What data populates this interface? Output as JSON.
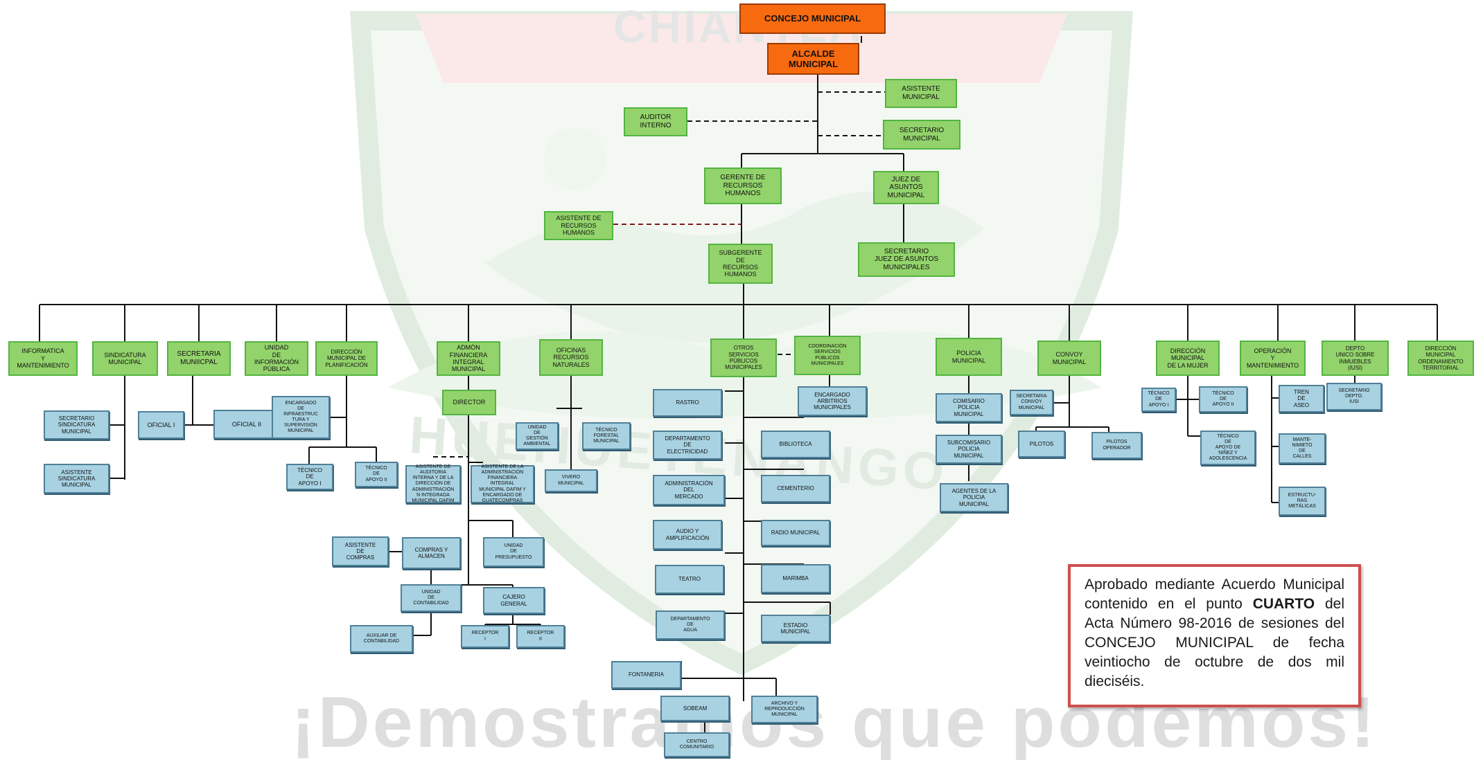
{
  "watermark": {
    "top": "CHIANTLA",
    "middle": "HUEHUETENANGO",
    "slogan": "¡Demostramos que podemos!"
  },
  "nodes": {
    "concejo": "CONCEJO MUNICIPAL",
    "alcalde": "ALCALDE\nMUNICIPAL",
    "asistente_municipal": "ASISTENTE\nMUNICIPAL",
    "auditor": "AUDITOR\nINTERNO",
    "secretario_municipal": "SECRETARIO\nMUNICIPAL",
    "gerente_rrhh": "GERENTE DE\nRECURSOS\nHUMANOS",
    "juez": "JUEZ DE\nASUNTOS\nMUNICIPAL",
    "asistente_rrhh": "ASISTENTE  DE\nRECURSOS\nHUMANOS",
    "subgerente_rrhh": "SUBGERENTE\nDE\nRECURSOS\nHUMANOS",
    "secretario_juez": "SECRETARIO\nJUEZ DE ASUNTOS\nMUNICIPALES",
    "informatica": "INFORMATICA\nY\nMANTENIMIENTO",
    "sindicatura": "SINDICATURA\nMUNICIPAL",
    "secretaria_municipal": "SECRETARIA\nMUNIICPAL",
    "unidad_info": "UNIDAD\nDE\nINFORMACIÓN\nPÚBLICA",
    "dmp": "DIRECCIÓN\nMUNICIPAL DE\nPLANIFICACIÓN",
    "admon_fin": "ADMÓN\nFINANCIERA\nINTEGRAL\nMUNICIPAL",
    "oficinas_rn": "OFICINAS\nRECURSOS\nNATURALES",
    "otros_serv": "OTROS\nSERVICIOS\nPÚBLICOS\nMUNICIPALES",
    "coord_serv": "COORDINACIÓN\nSERVICIOS\nPÚBLICOS\nMUNICIPALES",
    "policia": "POLICIA\nMUNICIPAL",
    "convoy": "CONVOY\nMUNICIPAL",
    "dir_mujer": "DIRECCIÓN\nMUNICIPAL\nDE LA MUJER",
    "operacion": "OPERACIÓN\nY\nMANTENIMIENTO",
    "iusi": "DEPTO\nUNICO SOBRE\nINMUEBLES\n(IUSI)",
    "ordenamiento": "DIRECCIÓN\nMUNICIPAL\nORDENAMIENTO\nTERRITORIAL",
    "sec_sindicatura": "SECRETARIO\nSINDICATURA\nMUNICIPAL",
    "asis_sindicatura": "ASISTENTE\nSINDICATURA\nMUNICIPAL",
    "oficial1": "OFICIAL I",
    "oficial2": "OFICIAL II",
    "enc_infra": "ENCARGADO\nDE\nINFRAESTRUC\nTURA Y\nSUPERVISIÓN\nMUNICIPAL",
    "tec_apoyo1_dmp": "TÉCNICO\nDE\nAPOYO I",
    "tec_apoyo2_dmp": "TÉCNICO\nDE\nAPOYO II",
    "director": "DIRECTOR",
    "asis_auditoria": "ASISTENTE DE\nAUDITORIA\nINTERNA Y DE LA\nDIRECCIÓN DE\nADMINISTRACIÓN\nN INTEGRADA\nMUNICIPAL DAFIM",
    "asis_admon": "ASISTENTE DE LA\nADMINISTRACIÓN\nFINANCIERA\nINTEGRAL\nMUNICIPAL DAFIM Y\nENCARGADO DE\nGUATECOMPRAS",
    "asis_compras": "ASISTENTE\nDE\nCOMPRAS",
    "compras_almacen": "COMPRAS Y\nALMACEN",
    "unidad_presupuesto": "UNIDAD\nDE\nPRESUPUESTO",
    "unidad_contabilidad": "UNIDAD\nDE\nCONTABILIDAD",
    "cajero": "CAJERO\nGENERAL",
    "aux_contabilidad": "AUXILIAR DE\nCONTABILIDAD",
    "receptor1": "RECEPTOR\nI",
    "receptor2": "RECEPTOR\nII",
    "unidad_gestion": "UNIDAD\nDE\nGESTIÓN\nAMBIENTAL",
    "tec_forestal": "TÉCNICO\nFORESTAL\nMUNICIPAL",
    "vivero": "VIVERO\nMUNICIPAL",
    "rastro": "RASTRO",
    "depto_electricidad": "DEPARTAMENTO\nDE\nELECTRICIDAD",
    "biblioteca": "BIBLIOTECA",
    "admin_mercado": "ADMINISTRACIÓN\nDEL\nMERCADO",
    "cementerio": "CEMENTERIO",
    "audio": "AUDIO Y\nAMPLIFICACIÓN",
    "radio": "RADIO MUNICIPAL",
    "teatro": "TEATRO",
    "marimba": "MARIMBA",
    "depto_agua": "DEPARTAMENTO\nDE\nAGUA",
    "estadio": "ESTADIO\nMUNICIPAL",
    "fontaneria": "FONTANERIA",
    "sobeam": "SOBEAM",
    "archivo": "ARCHIVO Y\nREPRODUCCIÓN\nMUNICIPAL",
    "centro_comunitario": "CENTRO\nCOMUNITARIO",
    "enc_arbitrios": "ENCARGADO\nARBITRIOS\nMUNICIPALES",
    "comisario": "COMISARIO\nPOLICIA\nMUNICIPAL",
    "subcomisario": "SUBCOMISARIO\nPOLICIA\nMUNICIPAL",
    "agentes_policia": "AGENTES DE LA\nPOLICIA\nMUNICIPAL",
    "sec_convoy": "SECRETARIA\nCONVOY\nMUNICIPAL",
    "pilotos": "PILOTOS",
    "pilotos_operador": "PILOTOS\nOPERADOR",
    "tec_apoyo1_mujer": "TÉCNICO\nDE\nAPOYO I",
    "tec_apoyo2_mujer": "TÉCNICO\nDE\nAPOYO II",
    "tec_ninez": "TÉCNICO\nDE\nAPOYO DE\nNIÑEZ Y\nADOLESCENCIA",
    "tren_aseo": "TREN\nDE\nASEO",
    "mantenimiento_calles": "MANTE-\nNIMIETO\nDE\nCALLES",
    "estructuras": "ESTRUCTU-\nRAS\nMETÁLICAS",
    "sec_iusi": "SECRETARIO\nDEPTO.\nIUSI"
  },
  "note": {
    "before": "Aprobado  mediante Acuerdo Municipal   contenido  en  el punto ",
    "bold": "CUARTO",
    "after": " del  Acta Número 98-2016 de sesiones del CONCEJO MUNICIPAL de fecha veintiocho de octubre de dos mil dieciséis."
  },
  "colors": {
    "executive_fill": "#f86a0f",
    "green_fill": "#93d36b",
    "green_border": "#52b440",
    "blue_fill": "#a8d2e2",
    "blue_border": "#4f7f96",
    "note_border": "#cf4e4e"
  }
}
